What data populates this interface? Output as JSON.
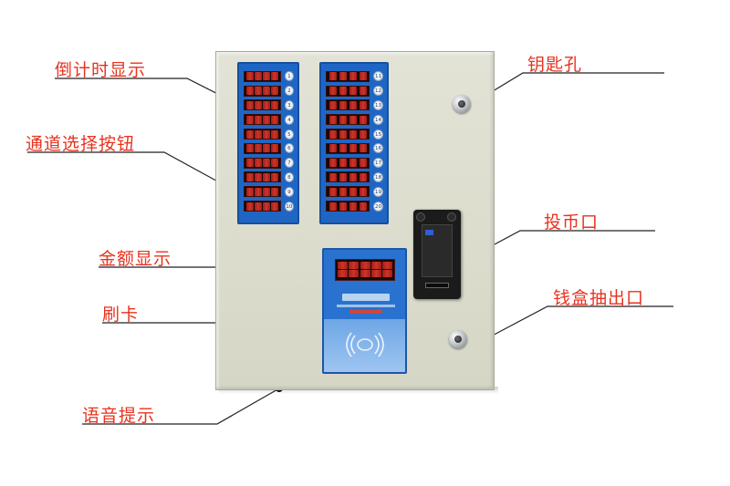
{
  "callouts": {
    "countdown_display": "倒计时显示",
    "channel_buttons": "通道选择按钮",
    "amount_display": "金额显示",
    "card_swipe": "刷卡",
    "voice_prompt": "语音提示",
    "keyhole": "钥匙孔",
    "coin_slot": "投币口",
    "cash_box_drawer": "钱盒抽出口"
  },
  "channels_left": [
    "1",
    "2",
    "3",
    "4",
    "5",
    "6",
    "7",
    "8",
    "9",
    "10"
  ],
  "channels_right": [
    "11",
    "12",
    "13",
    "14",
    "15",
    "16",
    "17",
    "18",
    "19",
    "20"
  ],
  "colors": {
    "callout_text": "#e8321e",
    "panel_blue": "#1f66c4",
    "led_red": "#e33a2a",
    "cabinet": "#dcdccd"
  }
}
